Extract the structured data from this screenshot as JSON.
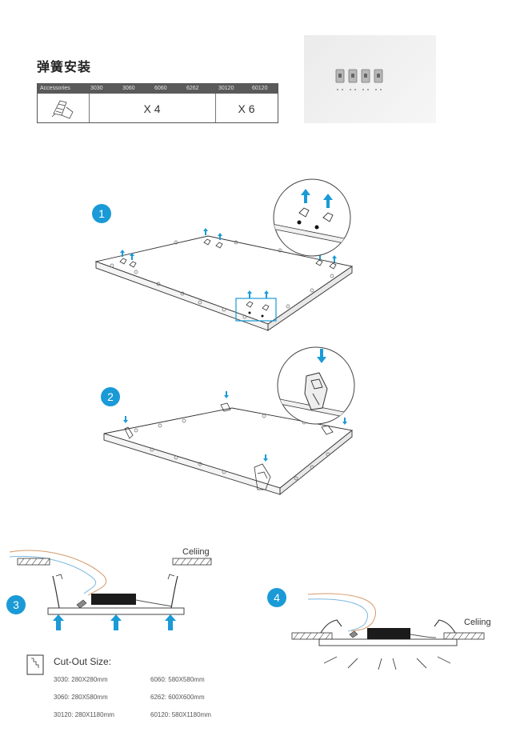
{
  "header": {
    "title": "弹簧安装"
  },
  "accessories_table": {
    "headers": [
      "Accessories",
      "3030",
      "3060",
      "6060",
      "6262",
      "30120",
      "60120"
    ],
    "quantities": [
      "X 4",
      "X 6"
    ]
  },
  "steps": {
    "step1": "1",
    "step2": "2",
    "step3": "3",
    "step4": "4"
  },
  "labels": {
    "ceiling_left": "Celiing",
    "ceiling_right": "Celiing"
  },
  "cutout": {
    "title": "Cut-Out Size:",
    "sizes": [
      "3030: 280X280mm",
      "3060: 280X580mm",
      "30120:  280X1180mm",
      "6060: 580X580mm",
      "6262: 600X600mm",
      "60120:  580X1180mm"
    ]
  },
  "colors": {
    "accent_blue": "#1a9ad6",
    "table_header": "#5a5a5a",
    "wire_orange": "#d49a6a",
    "wire_blue": "#7cb8e0"
  }
}
